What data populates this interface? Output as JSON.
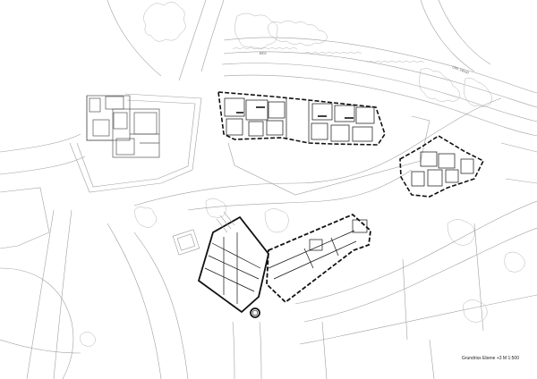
{
  "caption": "Grundriss Ebene +3 M 1:500",
  "streets": {
    "north_a": "Elbs",
    "north_b": "Ulm. Wasb"
  },
  "colors": {
    "background": "#ffffff",
    "context_line": "#9a9a9a",
    "building_line": "#111111",
    "vegetation": "#b0b0b0"
  }
}
